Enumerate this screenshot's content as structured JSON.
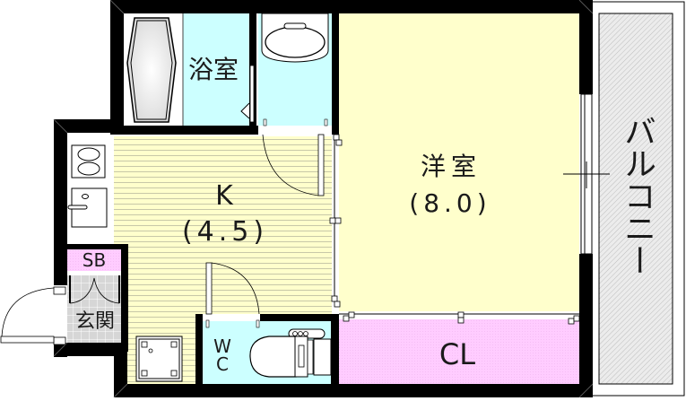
{
  "floor_plan": {
    "rooms": [
      {
        "id": "bathroom",
        "label": "浴室",
        "color": "#ccffff"
      },
      {
        "id": "washroom",
        "label": "",
        "color": "#ccffff"
      },
      {
        "id": "western_room",
        "label": "洋室",
        "size": "(8.0)",
        "color": "#ffffcc"
      },
      {
        "id": "kitchen",
        "label": "K",
        "size": "(4.5)",
        "color": "#ffffcc"
      },
      {
        "id": "shoe_box",
        "label": "SB",
        "color": "#ffccff"
      },
      {
        "id": "entrance",
        "label": "玄関",
        "color": "#d9d9d9"
      },
      {
        "id": "toilet",
        "label_line1": "W",
        "label_line2": "C",
        "color": "#ccffff"
      },
      {
        "id": "closet",
        "label": "CL",
        "color": "#ffccff"
      },
      {
        "id": "balcony",
        "label": "バルコニー",
        "color": "#e8e8e8"
      }
    ],
    "colors": {
      "wall": "#000000",
      "floor_yellow": "#ffffcc",
      "water_blue": "#ccffff",
      "storage_pink": "#ffccff",
      "entrance_gray": "#d9d9d9",
      "balcony_gray": "#e8e8e8"
    }
  }
}
